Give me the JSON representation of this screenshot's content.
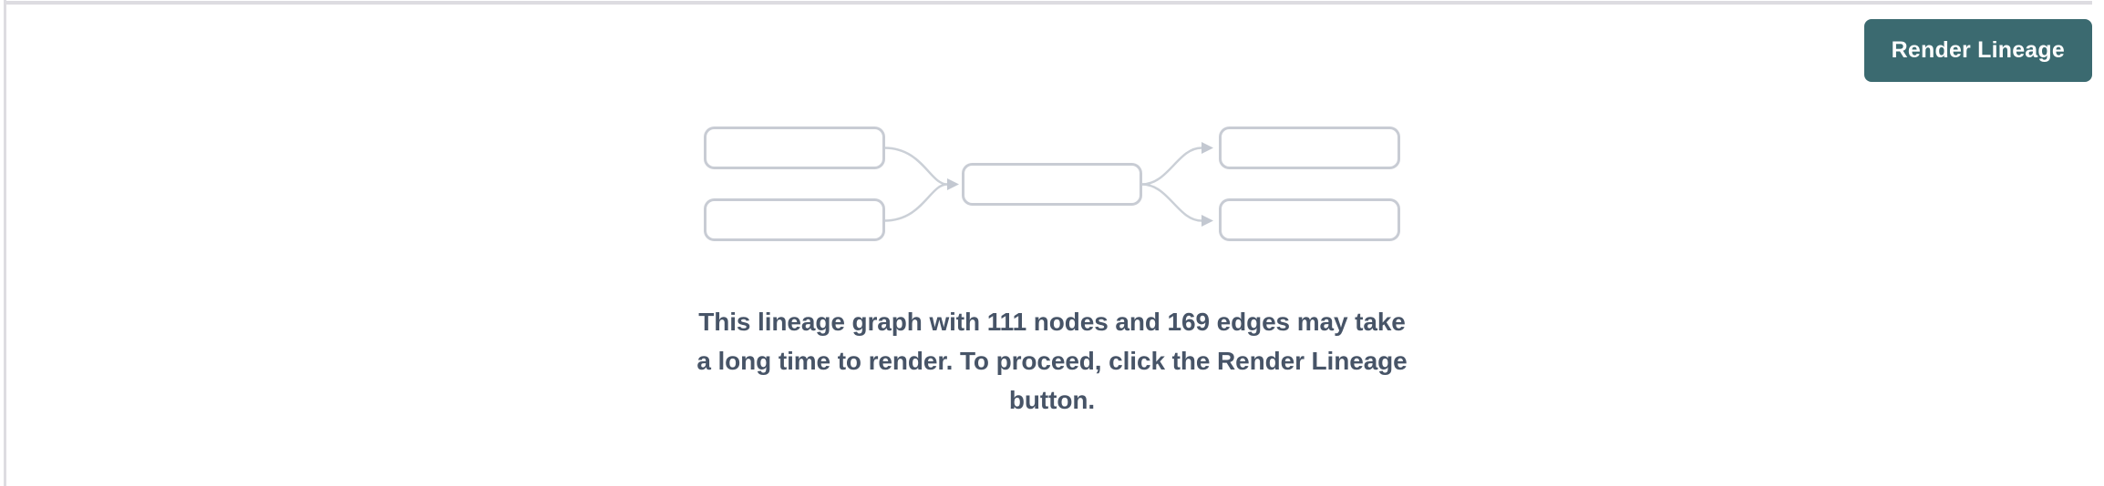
{
  "header": {
    "render_button_label": "Render Lineage"
  },
  "empty_state": {
    "node_count": "111",
    "edge_count": "169",
    "message": "This lineage graph with 111 nodes and 169 edges may take a long time to render. To proceed, click the Render Lineage button.",
    "message_lines": [
      "This lineage graph with 111 nodes and 169 edges may take",
      "a long time to render. To proceed, click the Render Lineage",
      "button."
    ]
  },
  "illustration": {
    "name": "lineage-graph-placeholder",
    "upstream_boxes": 2,
    "middle_boxes": 1,
    "downstream_boxes": 2,
    "arrows": 4
  },
  "colors": {
    "button_bg": "#3B6A70",
    "button_text": "#FFFFFF",
    "message_text": "#475467",
    "panel_border": "#DDDCE1",
    "box_stroke": "#C8CCD4",
    "edge_stroke": "#CBD0D7",
    "arrowhead_fill": "#C3C8D1",
    "page_bg": "#FFFFFF"
  }
}
